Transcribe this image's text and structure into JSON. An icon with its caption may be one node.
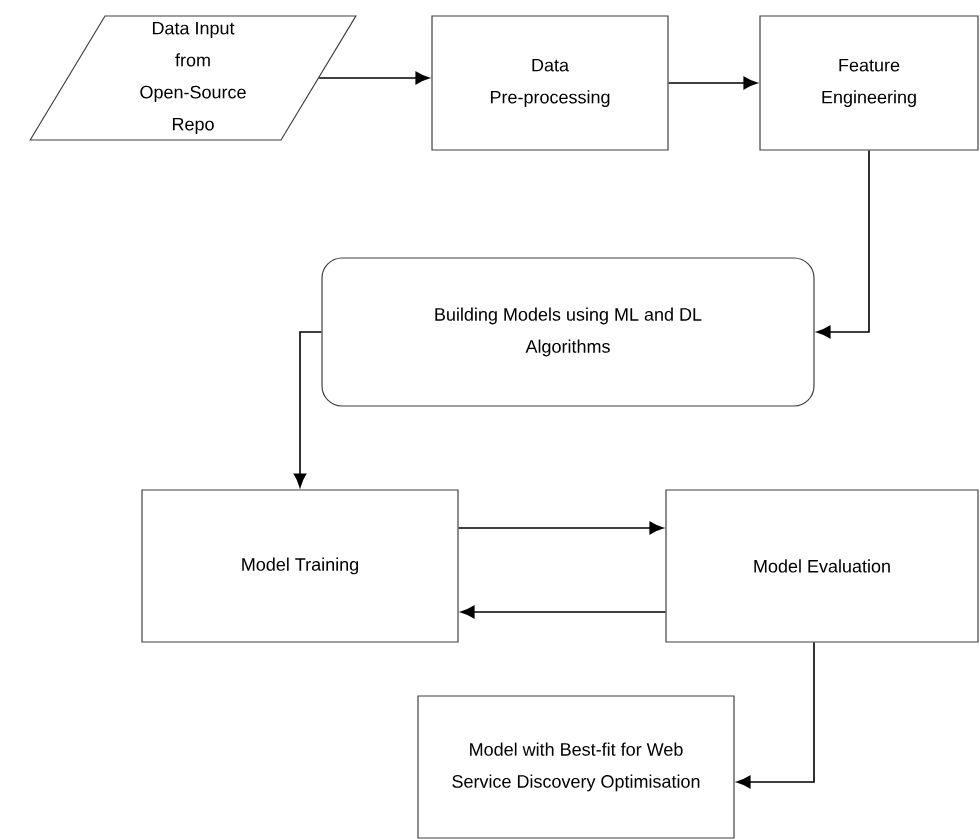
{
  "diagram": {
    "nodes": [
      {
        "text": [
          "Data Input from Open-Source Repo"
        ]
      },
      {
        "text": [
          "Data Pre-processing"
        ]
      },
      {
        "text": [
          "Feature Engineering"
        ]
      },
      {
        "text": [
          "Building Models using ML and DL Algorithms"
        ]
      },
      {
        "text": [
          "Model Training"
        ]
      },
      {
        "text": [
          "Model Evaluation"
        ]
      },
      {
        "text": [
          "Model with Best-fit for Web Service Discovery Optimisation"
        ]
      }
    ],
    "edges": [
      {
        "from": 0,
        "to": 1,
        "arrow": "to"
      },
      {
        "from": 1,
        "to": 2,
        "arrow": "to"
      },
      {
        "from": 2,
        "to": 3,
        "arrow": "to"
      },
      {
        "from": 3,
        "to": 4,
        "arrow": "to"
      },
      {
        "from": 4,
        "to": 5,
        "arrow": "to"
      },
      {
        "from": 5,
        "to": 4,
        "arrow": "to"
      },
      {
        "from": 5,
        "to": 6,
        "arrow": "to"
      }
    ]
  }
}
